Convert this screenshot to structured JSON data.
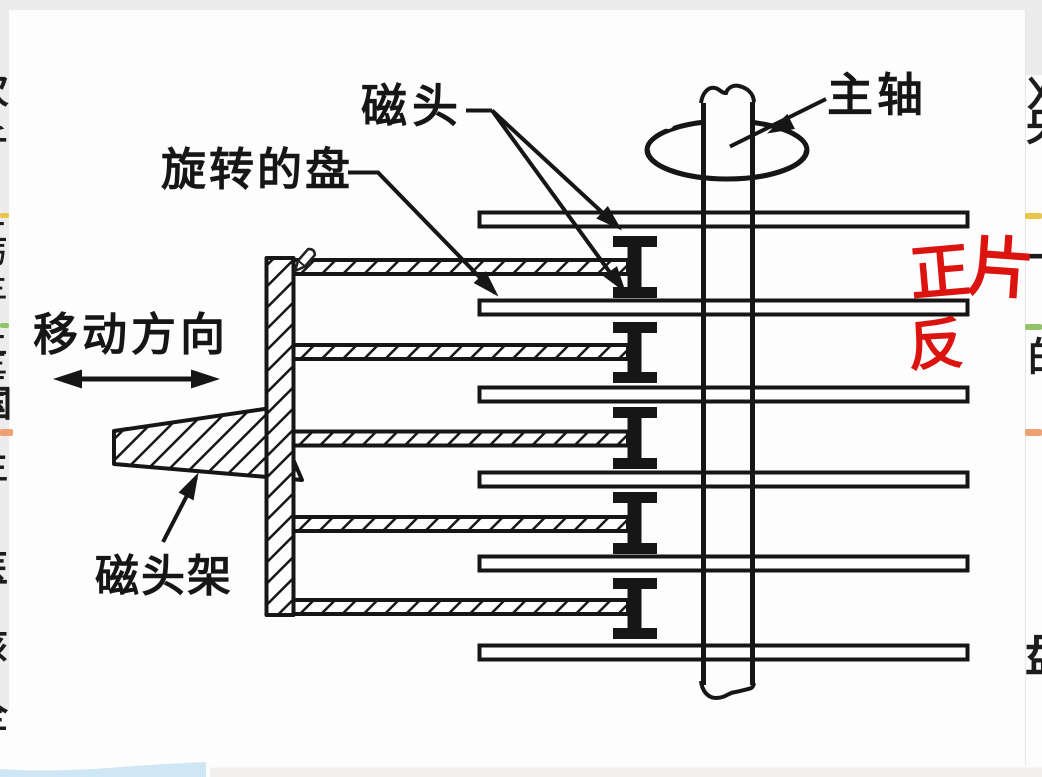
{
  "page": {
    "background": "#fdfdfd",
    "margin_color": "#ececec"
  },
  "diagram": {
    "labels": {
      "heads": "磁头",
      "rotating_disk": "旋转的盘",
      "spindle": "主轴",
      "move_direction": "移动方向",
      "head_carriage": "磁头架"
    },
    "platter_count": 6,
    "head_pair_count": 5,
    "colors": {
      "line": "#161616",
      "red_annotation": "#dc1410",
      "highlight_yellow": "#e9c64b",
      "highlight_green": "#92c368",
      "highlight_orange": "#f0a173",
      "blue_wave": "#cfe6f4"
    }
  },
  "red_annotation": {
    "char_1": "正",
    "char_2": "片",
    "char_3": "反"
  },
  "edge_text": {
    "right": [
      "刈",
      "央",
      "上",
      "的",
      "盘"
    ],
    "left": [
      "次",
      "斤",
      "二",
      "与",
      "三",
      "二",
      "三",
      "二",
      "国",
      "生",
      "医",
      "该",
      "全"
    ]
  }
}
